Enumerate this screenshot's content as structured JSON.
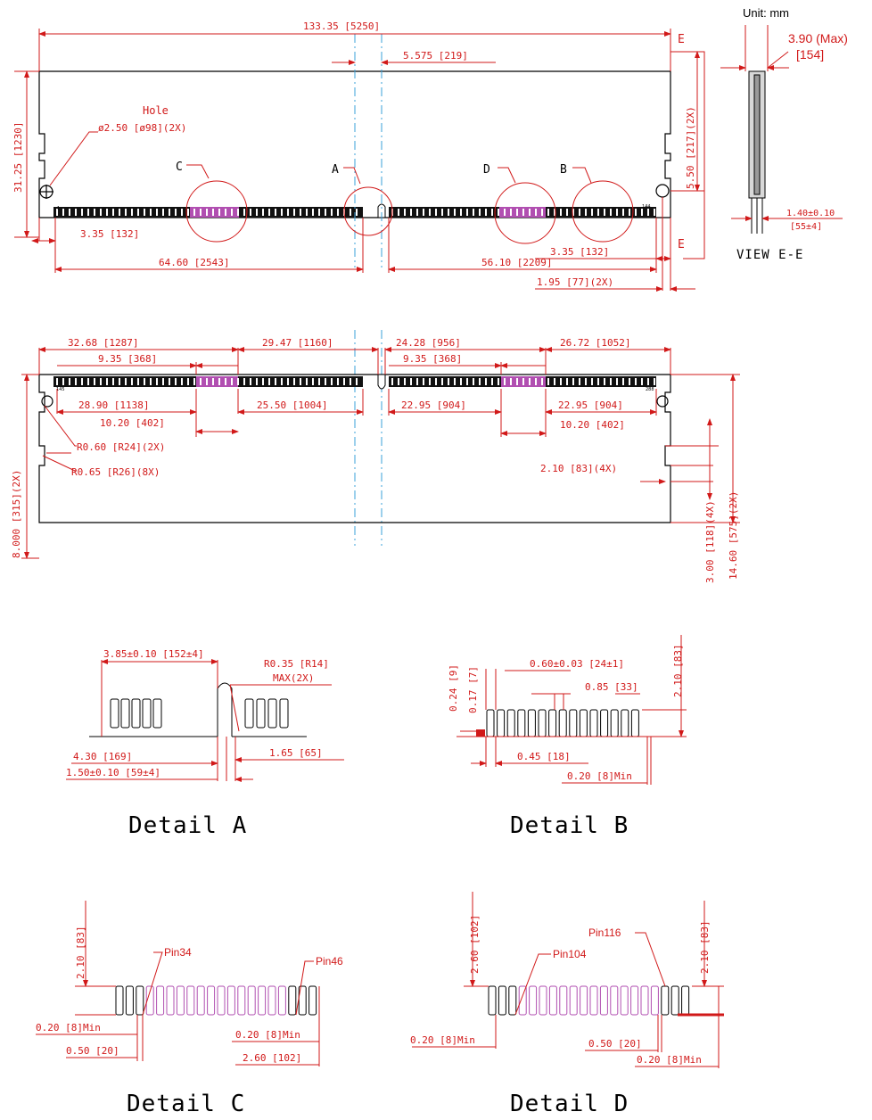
{
  "unit_label": "Unit:  mm",
  "thickness": {
    "max": "3.90 (Max)",
    "max_mil": "[154]",
    "tol": "1.40±0.10",
    "tol_mil": "[55±4]"
  },
  "view_label": "VIEW  E-E",
  "section_marks": [
    "E",
    "E"
  ],
  "callouts": {
    "a": "A",
    "b": "B",
    "c": "C",
    "d": "D"
  },
  "hole": {
    "title": "Hole",
    "spec": "ø2.50 [ø98](2X)"
  },
  "front": {
    "overall": "133.35 [5250]",
    "notch_offset": "5.575 [219]",
    "height": "31.25 [1230]",
    "edge_to_hole_v": "5.50 [217](2X)",
    "left_pin_offset": "3.35 [132]",
    "right_pin_offset": "3.35 [132]",
    "left_section": "64.60 [2543]",
    "right_section": "56.10 [2209]",
    "hole_edge": "1.95 [77](2X)"
  },
  "back": {
    "top_left_1": "32.68 [1287]",
    "top_left_2": "9.35 [368]",
    "top_mid": "29.47 [1160]",
    "top_right_1": "24.28 [956]",
    "top_right_2": "9.35 [368]",
    "top_right_3": "26.72 [1052]",
    "bot_left_1": "28.90 [1138]",
    "bot_left_2": "10.20 [402]",
    "bot_mid_1": "25.50 [1004]",
    "bot_mid_2": "22.95 [904]",
    "bot_right_1": "22.95 [904]",
    "bot_right_2": "10.20 [402]",
    "radius_1": "R0.60 [R24](2X)",
    "radius_2": "R0.65 [R26](8X)",
    "notch_depth": "2.10 [83](4X)",
    "left_height": "8.000 [315](2X)",
    "right_v_1": "3.00 [118](4X)",
    "right_v_2": "14.60 [575](2X)"
  },
  "pin_marks": {
    "p1": "1",
    "p144": "144",
    "p145": "145",
    "p288": "288"
  },
  "detail_a": {
    "caption": "Detail  A",
    "top": "3.85±0.10 [152±4]",
    "radius": "R0.35 [R14]",
    "radius_note": "MAX(2X)",
    "left": "4.30 [169]",
    "right": "1.65 [65]",
    "bottom": "1.50±0.10 [59±4]"
  },
  "detail_b": {
    "caption": "Detail  B",
    "v1": "0.24 [9]",
    "v2": "0.17 [7]",
    "pitch": "0.60±0.03 [24±1]",
    "height": "2.10 [83]",
    "pad": "0.85 [33]",
    "width": "0.45 [18]",
    "min": "0.20 [8]Min"
  },
  "detail_c": {
    "caption": "Detail  C",
    "height": "2.10 [83]",
    "pin_a": "Pin34",
    "pin_b": "Pin46",
    "min_left": "0.20 [8]Min",
    "spacing": "0.50 [20]",
    "min_right": "0.20 [8]Min",
    "edge": "2.60 [102]"
  },
  "detail_d": {
    "caption": "Detail  D",
    "height_left": "2.60 [102]",
    "pin_b": "Pin116",
    "pin_a": "Pin104",
    "height_right": "2.10 [83]",
    "min_left": "0.20 [8]Min",
    "spacing": "0.50 [20]",
    "min_right": "0.20 [8]Min"
  },
  "colors": {
    "dimension": "#d11919",
    "outline": "#000000",
    "centerline": "#3aa0d8",
    "highlight_pins": "#b14fb1"
  }
}
